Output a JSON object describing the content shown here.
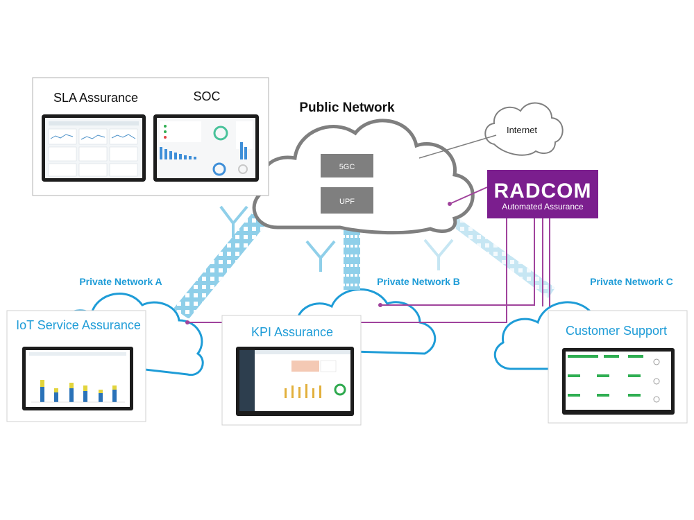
{
  "public_network": {
    "title": "Public Network",
    "boxes": [
      "5GC",
      "UPF"
    ]
  },
  "internet": {
    "label": "Internet"
  },
  "radcom": {
    "brand": "RADCOM",
    "tagline": "Automated Assurance",
    "color": "#7b1e8e"
  },
  "panels": {
    "top": {
      "titles": [
        "SLA Assurance",
        "SOC"
      ]
    },
    "iot": {
      "title": "IoT Service Assurance"
    },
    "kpi": {
      "title": "KPI Assurance"
    },
    "support": {
      "title": "Customer Support"
    }
  },
  "private_networks": [
    "Private Network A",
    "Private Network B",
    "Private Network C"
  ],
  "colors": {
    "cloud_outline_private": "#1e9cd7",
    "cloud_outline_public": "#7f7f7f",
    "private_label": "#1e9cd7",
    "panel_title": "#1e9cd7",
    "link_band": "#8fcfe9",
    "link_band_faded": "#c6e6f3",
    "connector": "#a0439c",
    "box_fill": "#7f7f7f"
  },
  "icons": [
    "antenna-icon",
    "cloud-icon",
    "monitor-icon"
  ]
}
